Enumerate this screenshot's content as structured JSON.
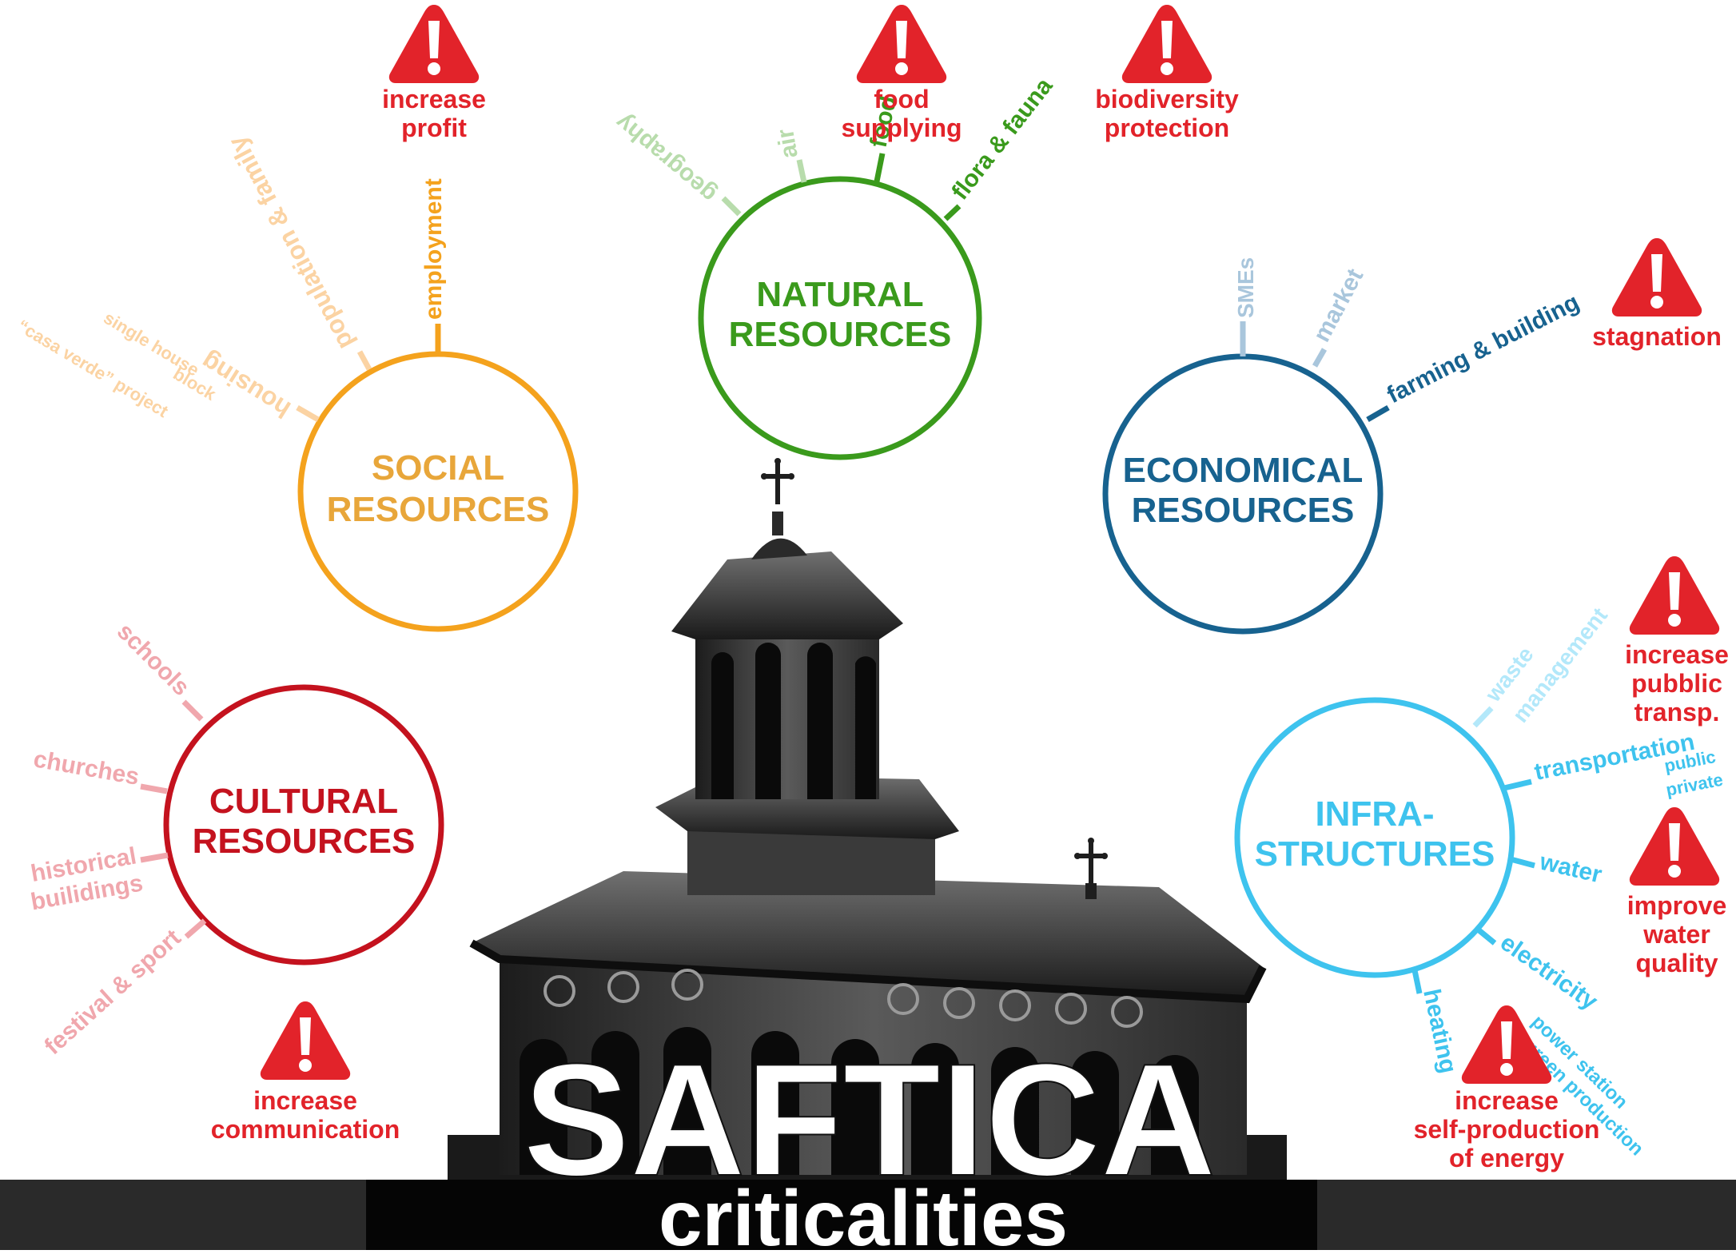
{
  "colors": {
    "social": "#f4a21d",
    "natural": "#3a9a1c",
    "economical": "#17628f",
    "cultural": "#c4121e",
    "infrastructures": "#3ec3ee",
    "warning": "#e2232a",
    "bar": "#2a2a2a"
  },
  "title": "SAFTICA",
  "subtitle": "criticalities",
  "hubs": {
    "social": {
      "line1": "SOCIAL",
      "line2": "RESOURCES"
    },
    "natural": {
      "line1": "NATURAL",
      "line2": "RESOURCES"
    },
    "economical": {
      "line1": "ECONOMICAL",
      "line2": "RESOURCES"
    },
    "cultural": {
      "line1": "CULTURAL",
      "line2": "RESOURCES"
    },
    "infrastructures": {
      "line1": "INFRA-",
      "line2": "STRUCTURES"
    }
  },
  "branches": {
    "employment": "employment",
    "population_family": "population & family",
    "housing": "housing",
    "single_house": "single house",
    "block": "block",
    "casa_verde": "“casa verde” project",
    "geography": "geography",
    "air": "air",
    "food": "food",
    "flora_fauna": "flora & fauna",
    "smes": "SMEs",
    "market": "market",
    "farming_building": "farming & building",
    "schools": "schools",
    "churches": "churches",
    "historical_line1": "historical",
    "historical_line2": "builidings",
    "festival_sport": "festival & sport",
    "waste_line1": "waste",
    "waste_line2": "management",
    "transportation": "transportation",
    "public": "public",
    "private": "private",
    "water": "water",
    "electricity": "electricity",
    "power_station": "power station",
    "green_production": "green production",
    "heating": "heating"
  },
  "warnings": {
    "increase_profit": [
      "increase",
      "profit"
    ],
    "food_supplying": [
      "food",
      "supplying"
    ],
    "biodiversity": [
      "biodiversity",
      "protection"
    ],
    "stagnation": [
      "stagnation"
    ],
    "public_transp": [
      "increase",
      "pubblic",
      "transp."
    ],
    "water_quality": [
      "improve",
      "water",
      "quality"
    ],
    "self_production": [
      "increase",
      "self-production",
      "of energy"
    ],
    "communication": [
      "increase",
      "communication"
    ]
  },
  "icons": {
    "warning": "warning-triangle-icon",
    "cross": "cross-icon",
    "church": "church-illustration"
  }
}
